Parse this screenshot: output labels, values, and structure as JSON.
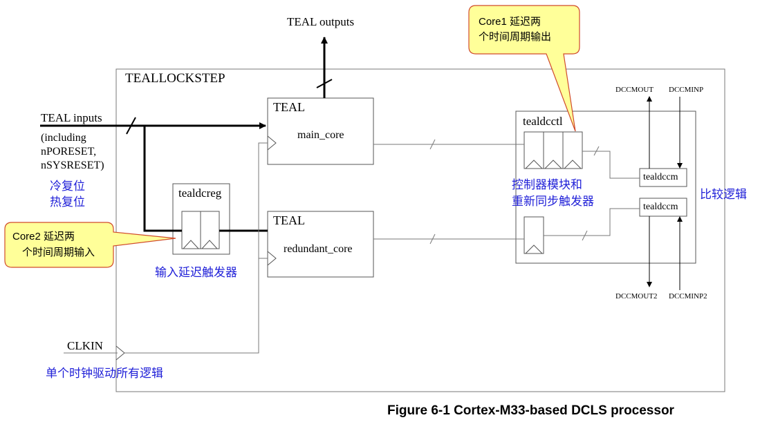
{
  "labels": {
    "teal_outputs": "TEAL outputs",
    "outer_block": "TEALLOCKSTEP",
    "teal_inputs": "TEAL inputs",
    "inputs_note": [
      "(including",
      "nPORESET,",
      "nSYSRESET)"
    ],
    "reset_cn": [
      "冷复位",
      "热复位"
    ],
    "teal_main": "TEAL",
    "main_core": "main_core",
    "teal_redundant": "TEAL",
    "redundant_core": "redundant_core",
    "tealdcreg": "tealdcreg",
    "input_delay_cn": "输入延迟触发器",
    "tealdcctl": "tealdcctl",
    "ctl_cn": [
      "控制器模块和",
      "重新同步触发器"
    ],
    "tealdccm_top": "tealdccm",
    "tealdccm_bottom": "tealdccm",
    "compare_cn": "比较逻辑",
    "dccmout": "DCCMOUT",
    "dccminp": "DCCMINP",
    "dccmout2": "DCCMOUT2",
    "dccminp2": "DCCMINP2",
    "clkin": "CLKIN",
    "clk_cn": "单个时钟驱动所有逻辑",
    "callout_core1": [
      "Core1 延迟两",
      "个时间周期输出"
    ],
    "callout_core2": [
      "Core2 延迟两",
      "个时间周期输入"
    ]
  },
  "caption": "Figure 6-1 Cortex-M33-based DCLS processor",
  "colors": {
    "annotation": "#2121d8",
    "callout_fill": "#ffff99",
    "callout_border": "#d04a2a",
    "line": "#000000",
    "box_border": "#555555"
  }
}
